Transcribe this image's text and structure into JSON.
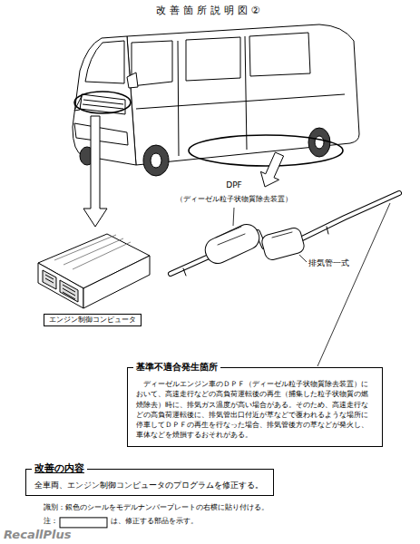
{
  "diagram": {
    "title": "改善箇所説明図②",
    "nodes": [
      {
        "text": [
          "エンジン制御コンピュータ"
        ]
      },
      {
        "text": [
          "基準不適合発生箇所",
          "ディーゼルエンジン車のＤＰＦ（ディーゼル粒子状物質除去装置）において、高速走行などの高負荷運転後の再生（捕集した粒子状物質の燃焼除去）時に、排気ガス温度が高い場合がある。そのため、高速走行などの高負荷運転後に、排気管出口付近が草などで覆われるような場所に停車してＤＰＦの再生を行なった場合、排気管後方の草などが発火し、車体などを焼損するおそれがある。"
        ]
      },
      {
        "text": [
          "改善の内容",
          "全車両、エンジン制御コンピュータのプログラムを修正する。"
        ]
      }
    ],
    "labels": [
      "DPF",
      "（ディーゼル粒子状物質除去装置）",
      "排気管一式",
      "識別：銀色のシールをモデルナンバープレートの右横に貼り付ける。",
      "注：",
      "は、修正する部品を示す。",
      "RecallPlus"
    ]
  }
}
